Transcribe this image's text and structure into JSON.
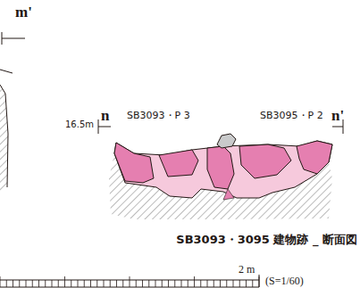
{
  "diagram": {
    "caption": "SB3093・3095 建物跡 _ 断面図",
    "labels": [
      "m'",
      "16.5m",
      "n",
      "SB3093・P 3",
      "SB3095・P 2",
      "n'",
      "2 m",
      "(S=1/60)"
    ]
  }
}
